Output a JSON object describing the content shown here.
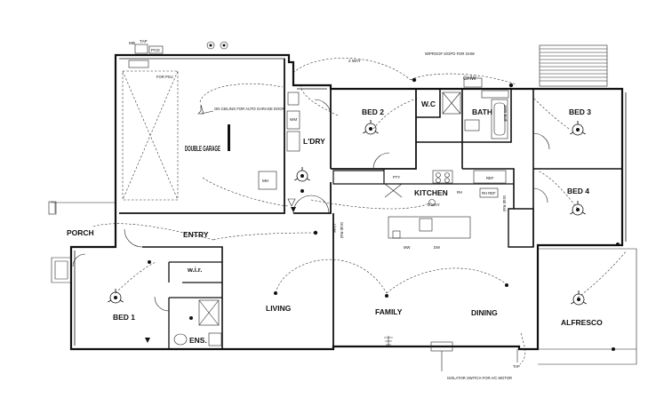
{
  "rooms": {
    "double_garage": "DOUBLE GARAGE",
    "bed1": "BED 1",
    "bed2": "BED 2",
    "bed3": "BED 3",
    "bed4": "BED 4",
    "ldry": "L'DRY",
    "kitchen": "KITCHEN",
    "entry": "ENTRY",
    "porch": "PORCH",
    "living": "LIVING",
    "family": "FAMILY",
    "dining": "DINING",
    "alfresco": "ALFRESCO",
    "wc": "W.C",
    "bath": "BATH",
    "ens": "ENS.",
    "wir": "w.i.r."
  },
  "labels": {
    "mb": "MB",
    "tap_top": "TAP",
    "pcd": "PCD",
    "for_psu": "FOR PSU",
    "ceiling_note": "ON CEILING FOR AUTO GARAGE DOOR",
    "wm": "WM",
    "mh": "MH",
    "two_way_top": "2 WAY",
    "two_way_kitchen": "2 WAY",
    "wp_gpo": "W/PROOF S/GPO FOR GHW",
    "ghw": "GHW",
    "pty": "PTY",
    "rh": "RH",
    "ref": "REF",
    "rh_ref": "RH REF",
    "mw": "MW",
    "dw": "DW",
    "isolator": "ISOLATOR SWITCH FOR A/C MOTOR",
    "tap_bottom": "TAP",
    "fixed_bath": "1500 Bath",
    "fixed_rail": "Grab Rail",
    "fixed_rail2": "Grab Rail",
    "fixed_linen": "Linen"
  }
}
